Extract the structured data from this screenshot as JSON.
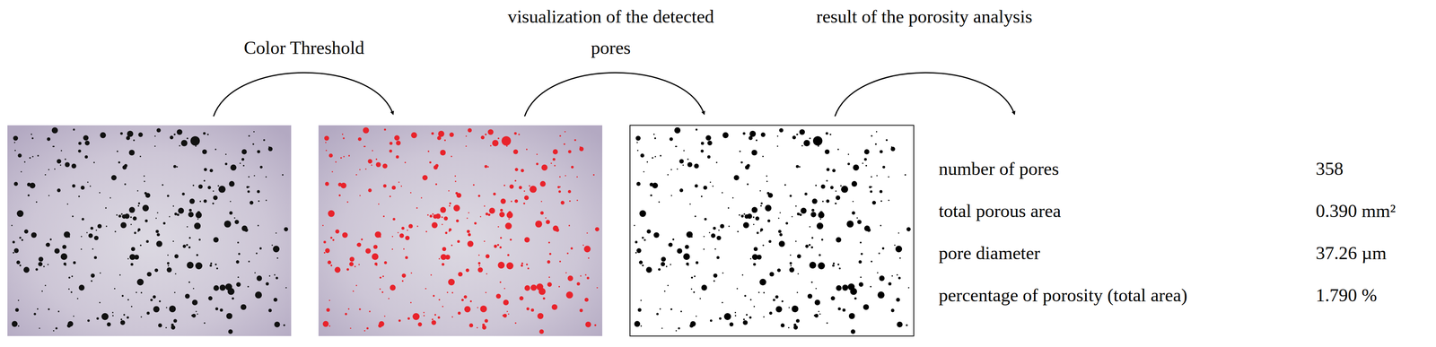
{
  "diagram": {
    "labels": [
      "Color Threshold",
      "visualization of the detected pores",
      "result of the porosity analysis",
      "number of pores",
      "358",
      "total porous area",
      "0.390 mm²",
      "pore diameter",
      "37.26 µm",
      "percentage of porosity (total area)",
      "1.790 %"
    ]
  }
}
